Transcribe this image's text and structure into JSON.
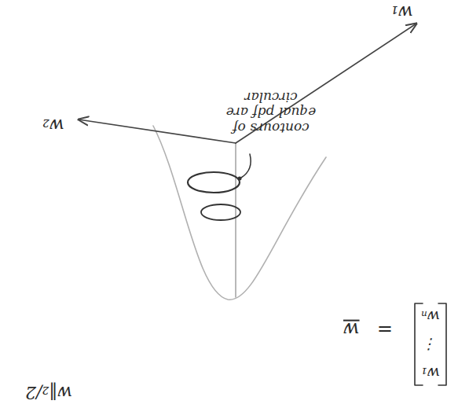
{
  "diagram": {
    "labels": [
      "w₁",
      "w₂",
      "contours of equal pdf are circular",
      "w",
      "=",
      "w₁",
      "⋮",
      "wₙ",
      "w‖₂/2"
    ]
  }
}
